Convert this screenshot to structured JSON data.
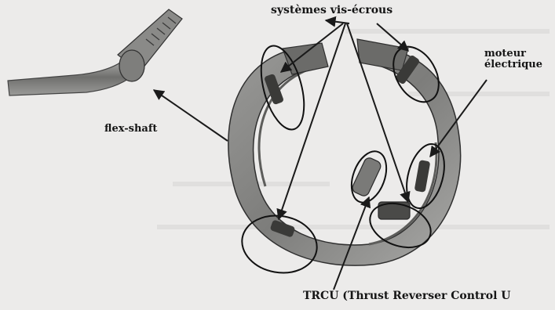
{
  "labels": {
    "vis_ecrous": "systèmes vis-écrous",
    "moteur_line1": "moteur",
    "moteur_line2": "électrique",
    "flex_shaft": "flex-shaft",
    "trcu": "TRCU (Thrust Reverser Control U"
  }
}
